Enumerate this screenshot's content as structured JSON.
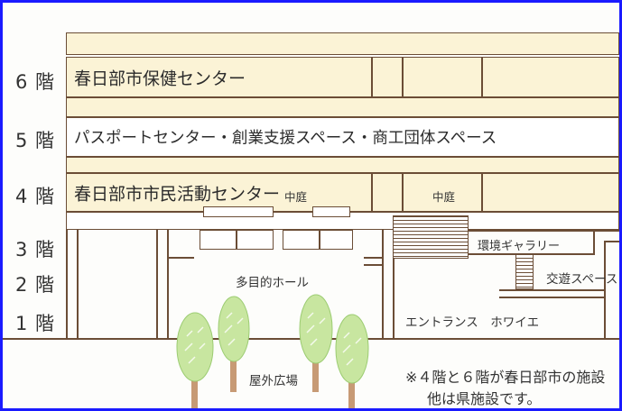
{
  "floors": [
    {
      "num": "6",
      "unit": "階"
    },
    {
      "num": "5",
      "unit": "階"
    },
    {
      "num": "4",
      "unit": "階"
    },
    {
      "num": "3",
      "unit": "階"
    },
    {
      "num": "2",
      "unit": "階"
    },
    {
      "num": "1",
      "unit": "階"
    }
  ],
  "rooms": {
    "f6": "春日部市保健センター",
    "f5": "パスポートセンター・創業支援スペース・商工団体スペース",
    "f4": "春日部市市民活動センター",
    "courtyard_left": "中庭",
    "courtyard_right": "中庭",
    "gallery": "環境ギャラリー",
    "exchange": "交遊スペース",
    "hall": "多目的ホール",
    "entrance": "エントランス　ホワイエ",
    "plaza": "屋外広場"
  },
  "note": {
    "line1": "※４階と６階が春日部市の施設",
    "line2": "他は県施設です。"
  },
  "colors": {
    "frame": "#1a1aff",
    "floor_fill": "#fbf3d6",
    "wall": "#6b4d36",
    "tree_top": "#c8e6a0",
    "tree_trunk": "#c79a75"
  }
}
